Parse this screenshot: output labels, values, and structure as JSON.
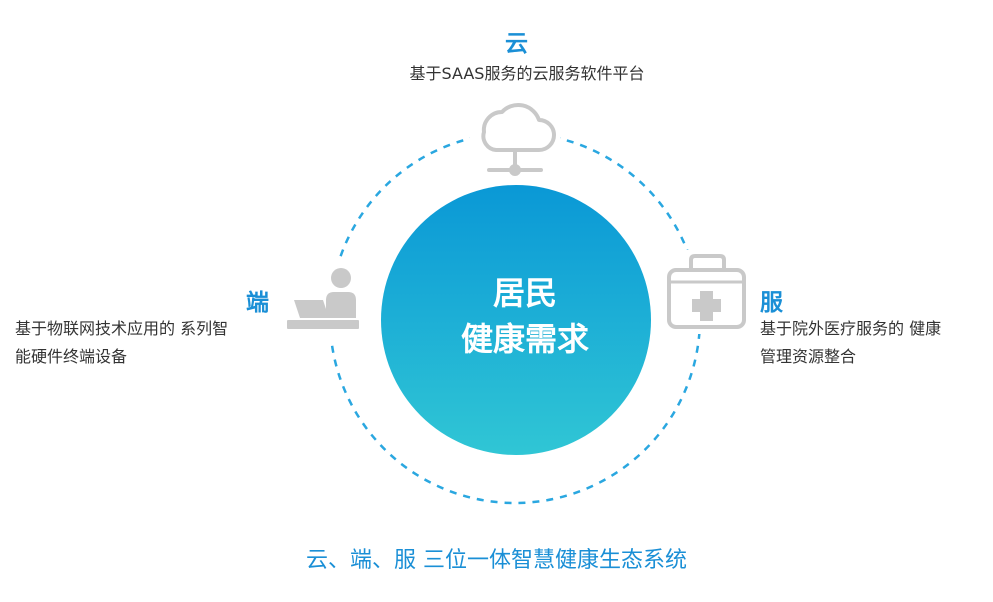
{
  "center": {
    "line1": "居民",
    "line2": "健康需求"
  },
  "nodes": {
    "cloud": {
      "title": "云",
      "description": "基于SAAS服务的云服务软件平台",
      "icon": "cloud-server-icon"
    },
    "terminal": {
      "title": "端",
      "description_line1": "基于物联网技术应用的 系列智",
      "description_line2": "能硬件终端设备",
      "icon": "person-laptop-icon"
    },
    "service": {
      "title": "服",
      "description_line1": "基于院外医疗服务的 健康",
      "description_line2": "管理资源整合",
      "icon": "medical-kit-icon"
    }
  },
  "footer": "云、端、服 三位一体智慧健康生态系统",
  "colors": {
    "accent": "#1a8fd6",
    "circle_gradient_top": "#0a9ad6",
    "circle_gradient_bottom": "#2fc4d4",
    "icon_gray": "#c9c9c9",
    "dashed_ring": "#2aa7e0"
  }
}
